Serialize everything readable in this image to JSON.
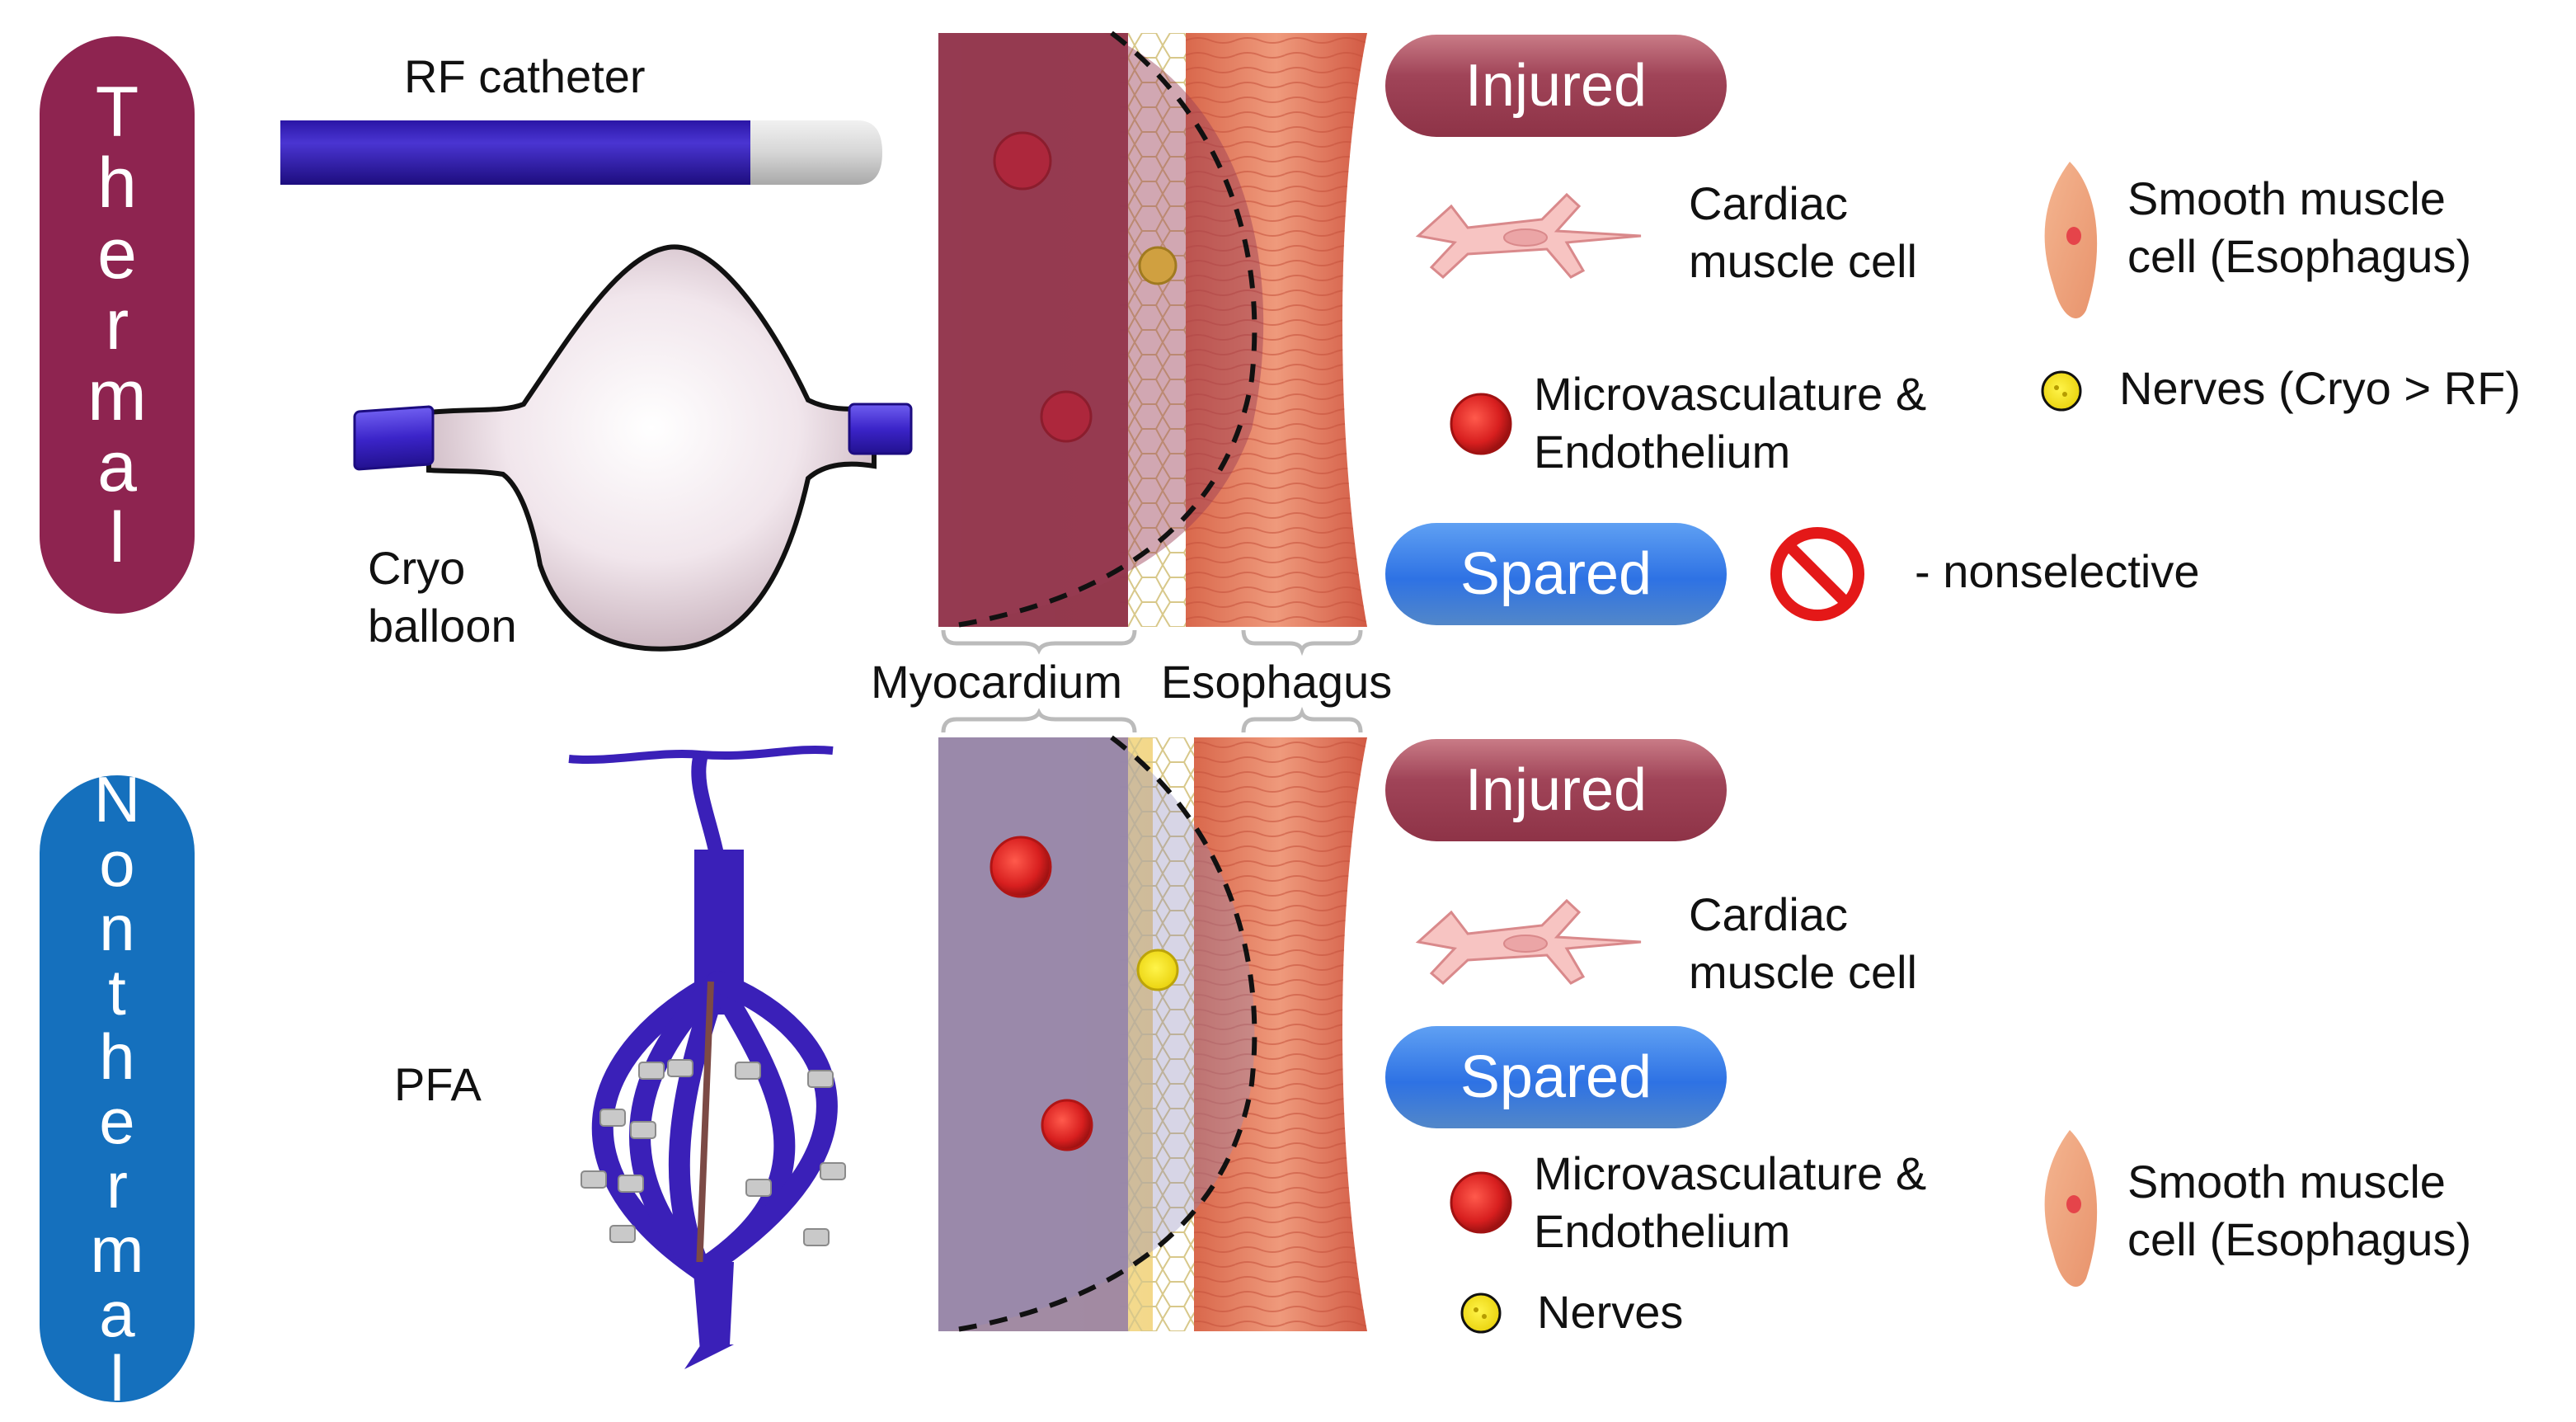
{
  "thermal": {
    "title": "Thermal",
    "letters": [
      "T",
      "h",
      "e",
      "r",
      "m",
      "a",
      "l"
    ],
    "color": "#8e2450"
  },
  "nonthermal": {
    "title": "Nonthermal",
    "letters": [
      "N",
      "o",
      "n",
      "t",
      "h",
      "e",
      "r",
      "m",
      "a",
      "l"
    ],
    "color": "#1570bd"
  },
  "devices": {
    "rf_catheter": "RF catheter",
    "cryo_balloon": "Cryo\nballoon",
    "pfa": "PFA"
  },
  "tissue": {
    "myocardium": "Myocardium",
    "esophagus": "Esophagus"
  },
  "thermal_panel": {
    "injured": "Injured",
    "spared": "Spared",
    "cardiac_muscle_cell": "Cardiac\nmuscle cell",
    "smooth_muscle_cell": "Smooth muscle\ncell (Esophagus)",
    "microvasculature": "Microvasculature &\nEndothelium",
    "nerves": "Nerves (Cryo > RF)",
    "nonselective": "- nonselective"
  },
  "nonthermal_panel": {
    "injured": "Injured",
    "spared": "Spared",
    "cardiac_muscle_cell": "Cardiac\nmuscle cell",
    "microvasculature": "Microvasculature &\nEndothelium",
    "smooth_muscle_cell": "Smooth muscle\ncell (Esophagus)",
    "nerves": "Nerves"
  },
  "colors": {
    "injured": "#9b3d52",
    "spared": "#2f74e3",
    "catheter_blue": "#3a20b8",
    "vessel_red": "#e32626",
    "nerve_yellow": "#f2e425",
    "prohibit_red": "#e41818"
  }
}
